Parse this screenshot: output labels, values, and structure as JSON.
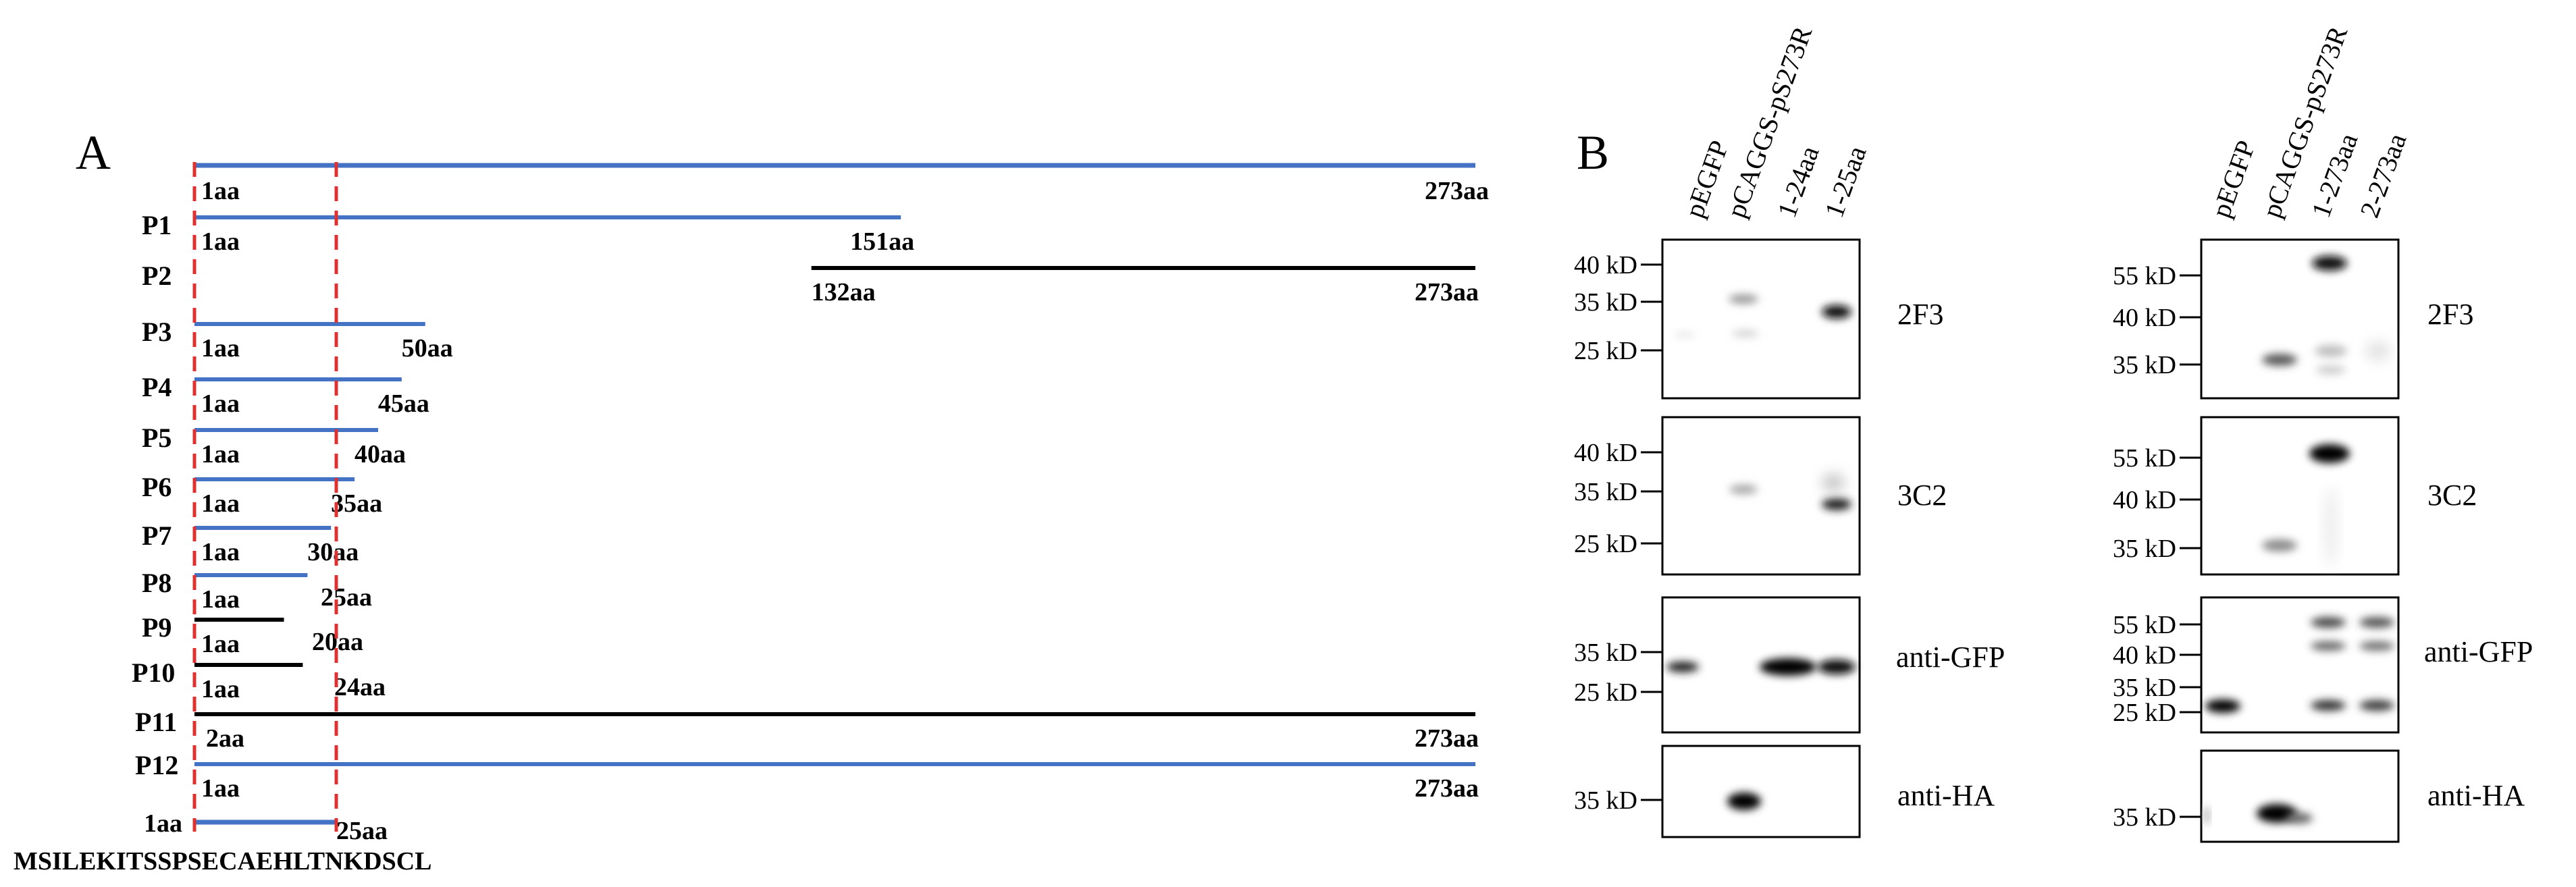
{
  "panel_a": {
    "label": "A",
    "full_length": {
      "start": "1aa",
      "end": "273aa"
    },
    "constructs": [
      {
        "name": "P1",
        "start": "1aa",
        "end": "151aa",
        "aa_start": 1,
        "aa_end": 151,
        "color": "#4472C4"
      },
      {
        "name": "P2",
        "start": "132aa",
        "end": "273aa",
        "aa_start": 132,
        "aa_end": 273,
        "color": "#000000"
      },
      {
        "name": "P3",
        "start": "1aa",
        "end": "50aa",
        "aa_start": 1,
        "aa_end": 50,
        "color": "#4472C4"
      },
      {
        "name": "P4",
        "start": "1aa",
        "end": "45aa",
        "aa_start": 1,
        "aa_end": 45,
        "color": "#4472C4"
      },
      {
        "name": "P5",
        "start": "1aa",
        "end": "40aa",
        "aa_start": 1,
        "aa_end": 40,
        "color": "#4472C4"
      },
      {
        "name": "P6",
        "start": "1aa",
        "end": "35aa",
        "aa_start": 1,
        "aa_end": 35,
        "color": "#4472C4"
      },
      {
        "name": "P7",
        "start": "1aa",
        "end": "30aa",
        "aa_start": 1,
        "aa_end": 30,
        "color": "#4472C4"
      },
      {
        "name": "P8",
        "start": "1aa",
        "end": "25aa",
        "aa_start": 1,
        "aa_end": 25,
        "color": "#4472C4"
      },
      {
        "name": "P9",
        "start": "1aa",
        "end": "20aa",
        "aa_start": 1,
        "aa_end": 20,
        "color": "#000000"
      },
      {
        "name": "P10",
        "start": "1aa",
        "end": "24aa",
        "aa_start": 1,
        "aa_end": 24,
        "color": "#000000"
      },
      {
        "name": "P11",
        "start": "2aa",
        "end": "273aa",
        "aa_start": 2,
        "aa_end": 273,
        "color": "#000000"
      },
      {
        "name": "P12",
        "start": "1aa",
        "end": "273aa",
        "aa_start": 1,
        "aa_end": 273,
        "color": "#4472C4"
      }
    ],
    "epitope": {
      "start": "1aa",
      "end": "25aa",
      "sequence": "MSILEKITSSPSECAEHLTNKDSCL"
    }
  },
  "panel_b": {
    "label": "B",
    "left_lanes": [
      "pEGFP",
      "pCAGGS-pS273R",
      "1-24aa",
      "1-25aa"
    ],
    "right_lanes": [
      "pEGFP",
      "pCAGGS-pS273R",
      "1-273aa",
      "2-273aa"
    ],
    "left_blots": [
      {
        "antibody": "2F3",
        "markers": [
          "40 kD",
          "35 kD",
          "25 kD"
        ]
      },
      {
        "antibody": "3C2",
        "markers": [
          "40 kD",
          "35 kD",
          "25 kD"
        ]
      },
      {
        "antibody": "anti-GFP",
        "markers": [
          "35 kD",
          "25 kD"
        ]
      },
      {
        "antibody": "anti-HA",
        "markers": [
          "35 kD"
        ]
      }
    ],
    "right_blots": [
      {
        "antibody": "2F3",
        "markers": [
          "55 kD",
          "40 kD",
          "35 kD"
        ]
      },
      {
        "antibody": "3C2",
        "markers": [
          "55 kD",
          "40 kD",
          "35 kD"
        ]
      },
      {
        "antibody": "anti-GFP",
        "markers": [
          "55 kD",
          "40 kD",
          "35 kD",
          "25 kD"
        ]
      },
      {
        "antibody": "anti-HA",
        "markers": [
          "35 kD"
        ]
      }
    ]
  }
}
